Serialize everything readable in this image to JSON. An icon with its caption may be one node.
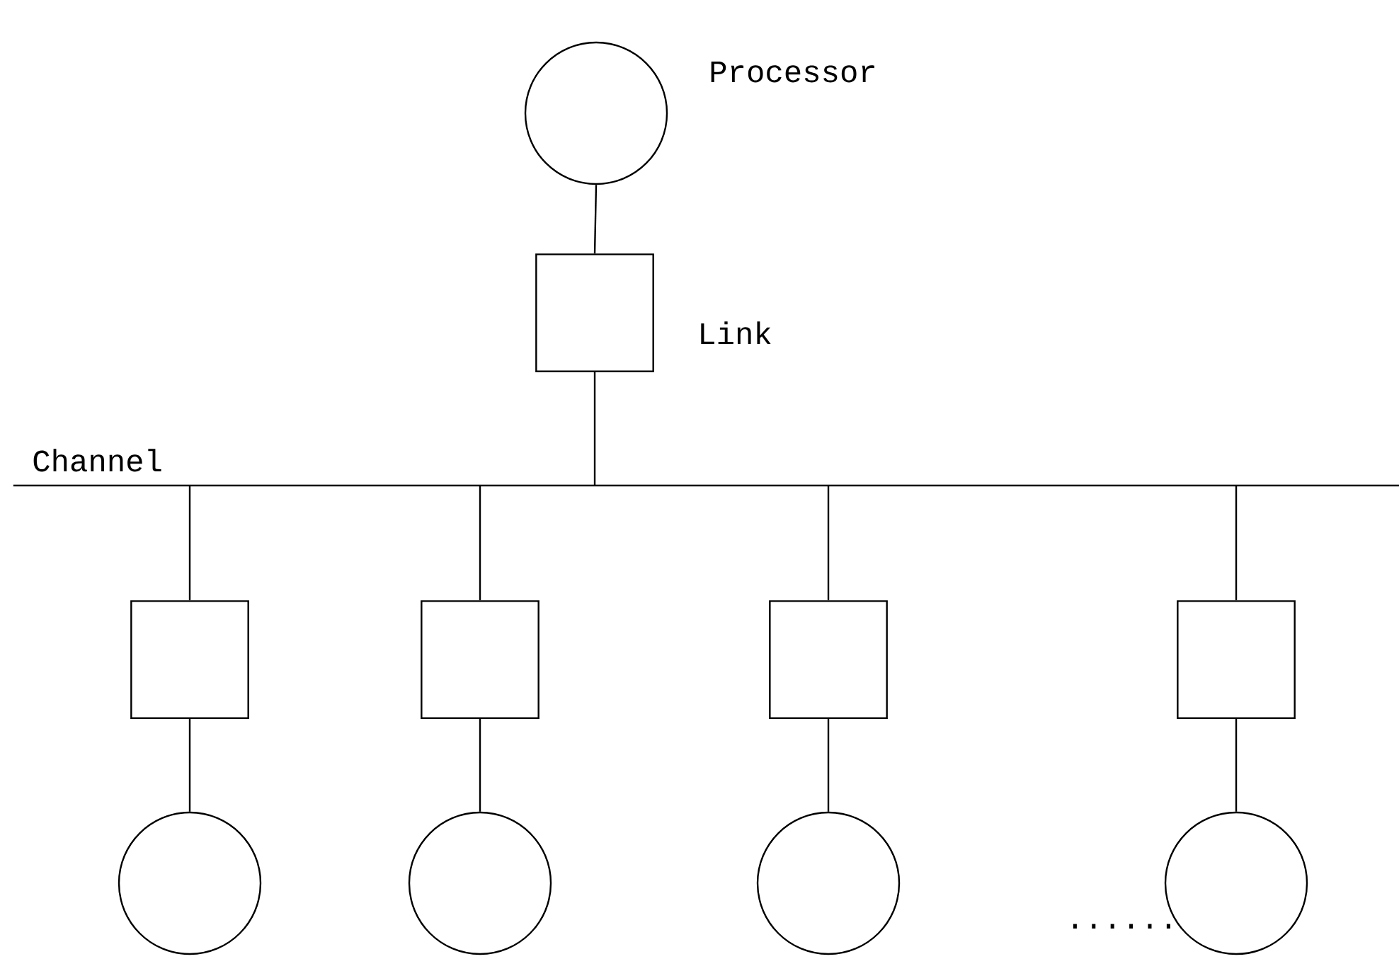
{
  "diagram": {
    "nodes": [
      {
        "text": [],
        "shape": "circle",
        "beside": [
          "Processor"
        ]
      },
      {
        "text": [],
        "shape": "box",
        "beside": [
          "Link"
        ]
      },
      {
        "text": [],
        "shape": "bar",
        "beside": [
          "Channel"
        ]
      },
      {
        "text": [],
        "shape": "box"
      },
      {
        "text": [],
        "shape": "box"
      },
      {
        "text": [],
        "shape": "box"
      },
      {
        "text": [],
        "shape": "box"
      },
      {
        "text": [],
        "shape": "circle"
      },
      {
        "text": [],
        "shape": "circle"
      },
      {
        "text": [],
        "shape": "circle"
      },
      {
        "text": [],
        "shape": "circle"
      }
    ],
    "edges": [
      {
        "from": 0,
        "to": 1,
        "arrow": "none"
      },
      {
        "from": 1,
        "to": 2,
        "arrow": "none"
      },
      {
        "from": 2,
        "to": 3,
        "arrow": "none"
      },
      {
        "from": 2,
        "to": 4,
        "arrow": "none"
      },
      {
        "from": 2,
        "to": 5,
        "arrow": "none"
      },
      {
        "from": 2,
        "to": 6,
        "arrow": "none"
      },
      {
        "from": 3,
        "to": 7,
        "arrow": "none"
      },
      {
        "from": 4,
        "to": 8,
        "arrow": "none"
      },
      {
        "from": 5,
        "to": 9,
        "arrow": "none"
      },
      {
        "from": 6,
        "to": 10,
        "arrow": "none"
      }
    ],
    "labels": [
      "......"
    ]
  }
}
